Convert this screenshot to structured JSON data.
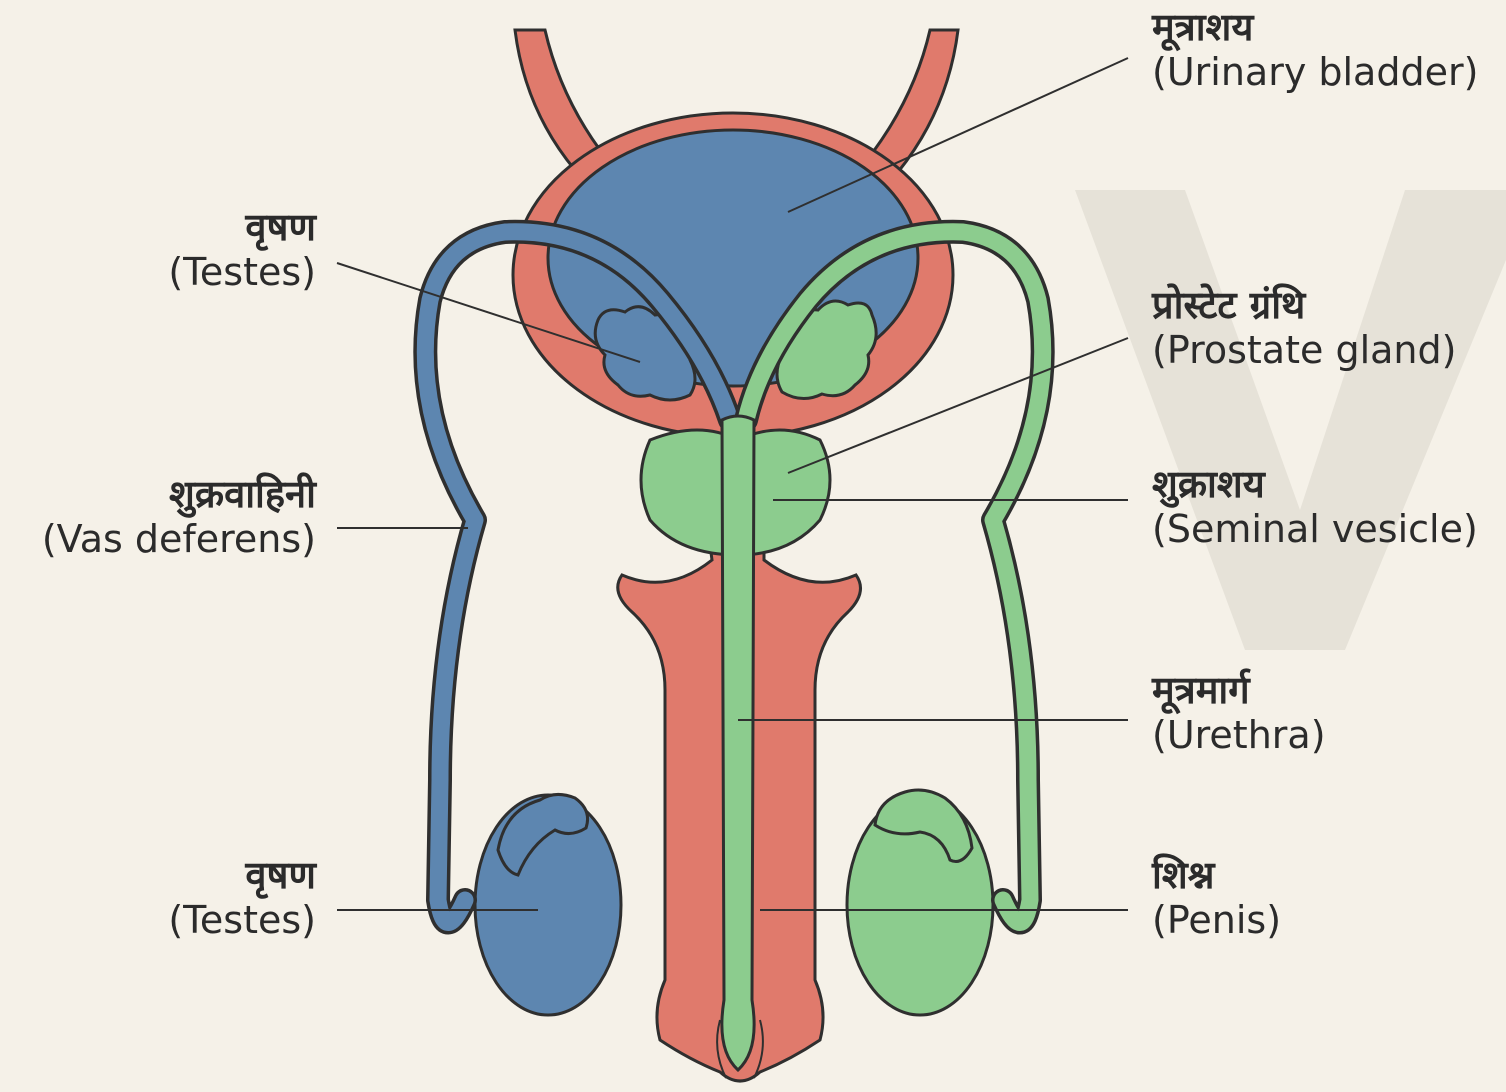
{
  "labels": {
    "left": [
      {
        "hindi": "वृषण",
        "english": "(Testes)"
      },
      {
        "hindi": "शुक्रवाहिनी",
        "english": "(Vas deferens)"
      },
      {
        "hindi": "वृषण",
        "english": "(Testes)"
      }
    ],
    "right": [
      {
        "hindi": "मूत्राशय",
        "english": "(Urinary bladder)"
      },
      {
        "hindi": "प्रोस्टेट ग्रंथि",
        "english": "(Prostate gland)"
      },
      {
        "hindi": "शुक्राशय",
        "english": "(Seminal vesicle)"
      },
      {
        "hindi": "मूत्रमार्ग",
        "english": "(Urethra)"
      },
      {
        "hindi": "शिश्न",
        "english": "(Penis)"
      }
    ]
  },
  "colors": {
    "background": "#f5f1e8",
    "red_tissue": "#e07a6c",
    "blue_structure": "#5d86b0",
    "green_structure": "#8ccc8e",
    "outline": "#2f2f2f",
    "watermark": "#e6e2d8"
  }
}
